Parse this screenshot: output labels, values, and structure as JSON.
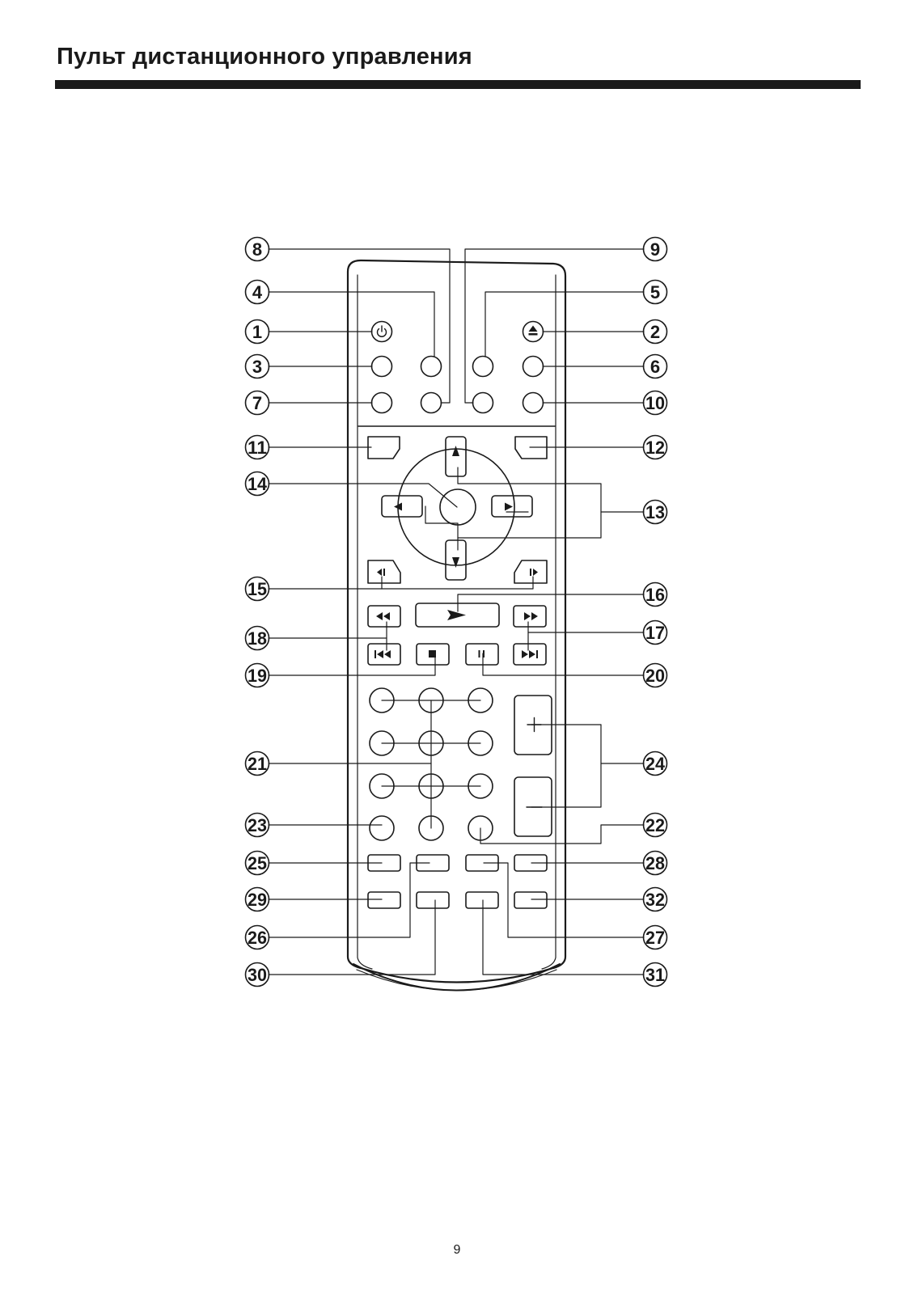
{
  "header": {
    "title": "Пульт дистанционного управления"
  },
  "footer": {
    "page_number": "9"
  },
  "callouts": [
    "1",
    "2",
    "3",
    "4",
    "5",
    "6",
    "7",
    "8",
    "9",
    "10",
    "11",
    "12",
    "13",
    "14",
    "15",
    "16",
    "17",
    "18",
    "19",
    "20",
    "21",
    "22",
    "23",
    "24",
    "25",
    "26",
    "27",
    "28",
    "29",
    "30",
    "31",
    "32"
  ],
  "icons": {
    "power": "power-icon",
    "eject": "eject-icon",
    "nav_up": "triangle-up-icon",
    "nav_down": "triangle-down-icon",
    "nav_left": "triangle-left-icon",
    "nav_right": "triangle-right-icon",
    "step_back": "step-back-icon",
    "step_forward": "step-forward-icon",
    "play": "play-icon",
    "rewind": "rewind-icon",
    "fast_forward": "fast-forward-icon",
    "previous": "skip-previous-icon",
    "next": "skip-next-icon",
    "stop": "stop-icon",
    "pause": "pause-icon",
    "volume_plus": "plus-icon",
    "volume_minus": "minus-icon"
  },
  "colors": {
    "ink": "#1a1a1a",
    "paper": "#ffffff"
  }
}
